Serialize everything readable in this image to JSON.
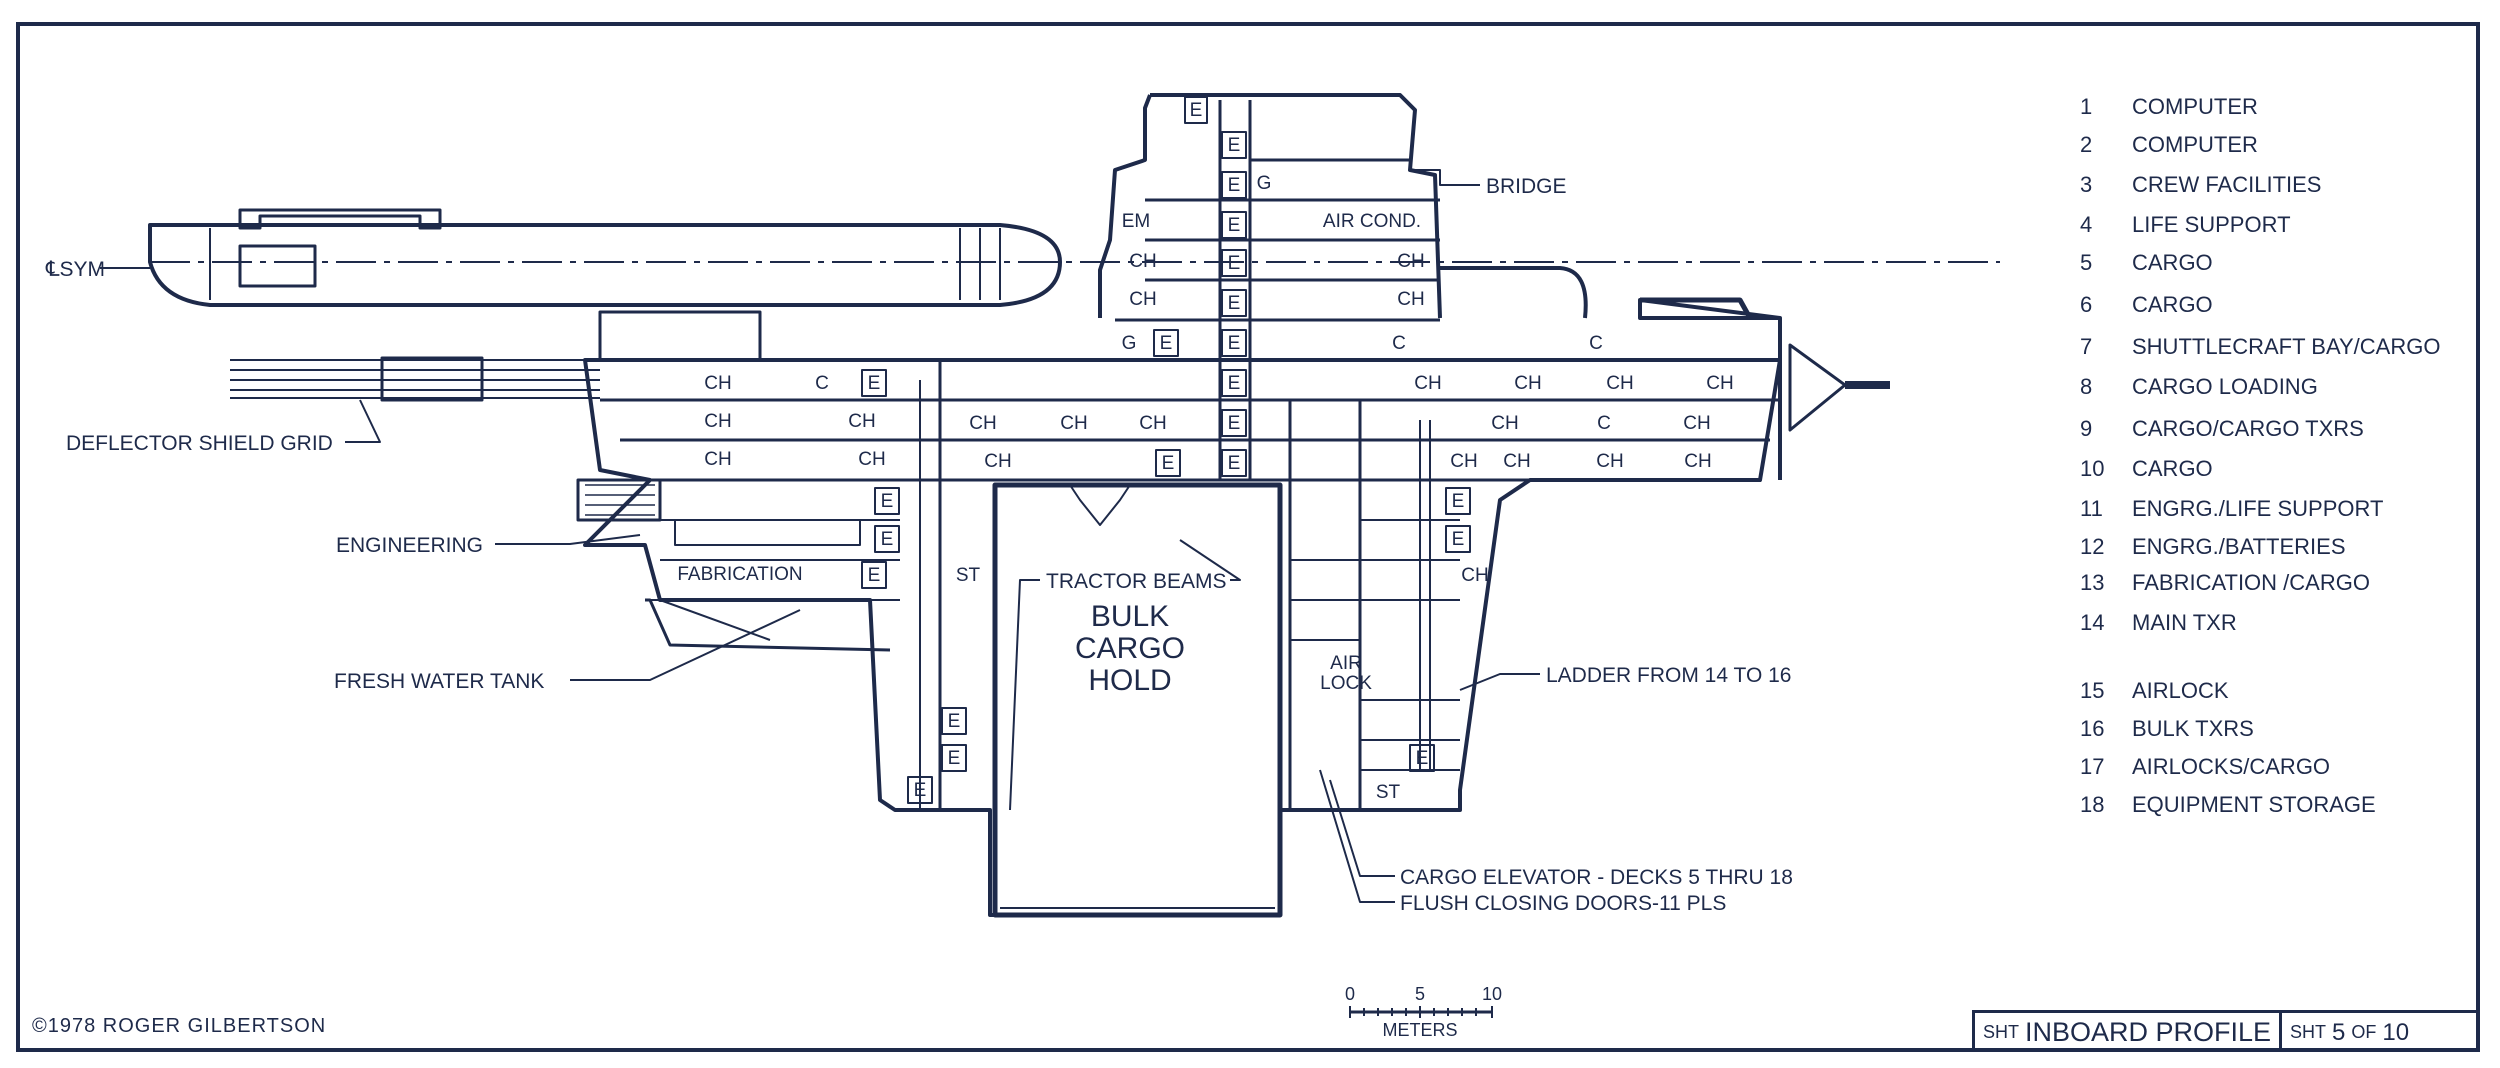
{
  "rooms": {
    "ch": "CH",
    "c": "C",
    "e": "E",
    "g": "G",
    "st": "ST",
    "em": "EM",
    "air_cond": "AIR COND.",
    "fabrication": "FABRICATION",
    "bulk_cargo_1": "BULK",
    "bulk_cargo_2": "CARGO",
    "bulk_cargo_3": "HOLD",
    "air_lock_1": "AIR",
    "air_lock_2": "LOCK"
  },
  "callouts": {
    "bridge": "BRIDGE",
    "csym": "℄SYM",
    "deflector": "DEFLECTOR SHIELD GRID",
    "engineering": "ENGINEERING",
    "fresh_water": "FRESH WATER TANK",
    "tractor": "TRACTOR BEAMS",
    "ladder": "LADDER FROM 14 TO 16",
    "cargo_elevator": "CARGO ELEVATOR - DECKS 5 THRU 18",
    "flush_doors": "FLUSH CLOSING DOORS-11 PLS"
  },
  "legend": [
    {
      "num": "1",
      "text": "COMPUTER"
    },
    {
      "num": "2",
      "text": "COMPUTER"
    },
    {
      "num": "3",
      "text": "CREW FACILITIES"
    },
    {
      "num": "4",
      "text": "LIFE SUPPORT"
    },
    {
      "num": "5",
      "text": "CARGO"
    },
    {
      "num": "6",
      "text": "CARGO"
    },
    {
      "num": "7",
      "text": "SHUTTLECRAFT BAY/CARGO"
    },
    {
      "num": "8",
      "text": "CARGO LOADING"
    },
    {
      "num": "9",
      "text": "CARGO/CARGO TXRS"
    },
    {
      "num": "10",
      "text": "CARGO"
    },
    {
      "num": "11",
      "text": "ENGRG./LIFE SUPPORT"
    },
    {
      "num": "12",
      "text": "ENGRG./BATTERIES"
    },
    {
      "num": "13",
      "text": "FABRICATION /CARGO"
    },
    {
      "num": "14",
      "text": "MAIN TXR"
    },
    {
      "num": "15",
      "text": "AIRLOCK"
    },
    {
      "num": "16",
      "text": "BULK TXRS"
    },
    {
      "num": "17",
      "text": "AIRLOCKS/CARGO"
    },
    {
      "num": "18",
      "text": "EQUIPMENT STORAGE"
    }
  ],
  "scale": {
    "tick_0": "0",
    "tick_5": "5",
    "tick_10": "10",
    "unit": "METERS"
  },
  "copyright": "©1978 ROGER GILBERTSON",
  "title_block": {
    "sht_prefix": "SHT",
    "title": "INBOARD PROFILE",
    "sheet_label": "SHT",
    "sheet_num": "5",
    "sheet_of": "OF",
    "sheet_total": "10"
  },
  "colors": {
    "ink": "#1e2a4a",
    "paper": "#ffffff"
  }
}
